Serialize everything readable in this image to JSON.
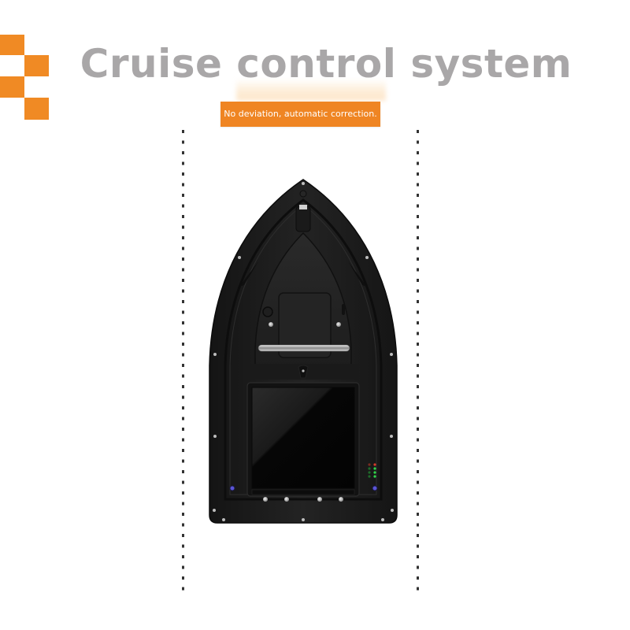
{
  "header": {
    "title": "Cruise control system",
    "subtitle_badge": "No deviation, automatic correction."
  },
  "colors": {
    "accent": "#ef8523",
    "title_gray": "#a9a7a8",
    "boat_body": "#1b1b1b",
    "led_red": "#d83a2a",
    "led_green": "#2fd64a",
    "sensor_blue": "#5b55d6"
  },
  "decoration": {
    "icon": "checker-squares-icon"
  },
  "illustration": {
    "subject": "bait-boat-top-view",
    "lane_markers": "dashed-lane-lines",
    "status_leds": {
      "red": 2,
      "green": 6
    }
  }
}
